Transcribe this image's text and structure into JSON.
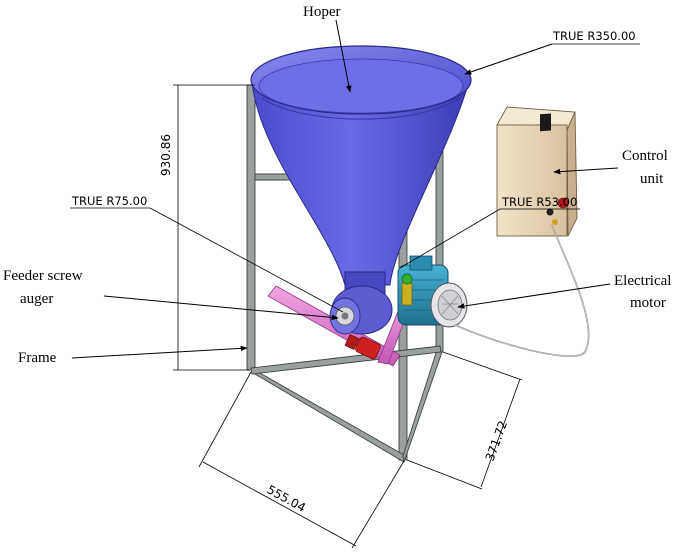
{
  "labels": {
    "hopper": "Hoper",
    "control_unit_line1": "Control",
    "control_unit_line2": "unit",
    "feeder_line1": "Feeder screw",
    "feeder_line2": "auger",
    "electrical_line1": "Electrical",
    "electrical_line2": "motor",
    "frame": "Frame"
  },
  "dimensions": {
    "hopper_radius": "TRUE R350.00",
    "auger_radius": "TRUE R75.00",
    "motor_radius": "TRUE R53.00",
    "height": "930.86",
    "depth": "371.72",
    "width": "555.04"
  },
  "colors": {
    "hopper": "#5a5ad8",
    "frame": "#9aa0a0",
    "auger": "#e07ad0",
    "motor": "#2e8fb0",
    "control_box": "#e8d6b8",
    "valve": "#d02020"
  }
}
